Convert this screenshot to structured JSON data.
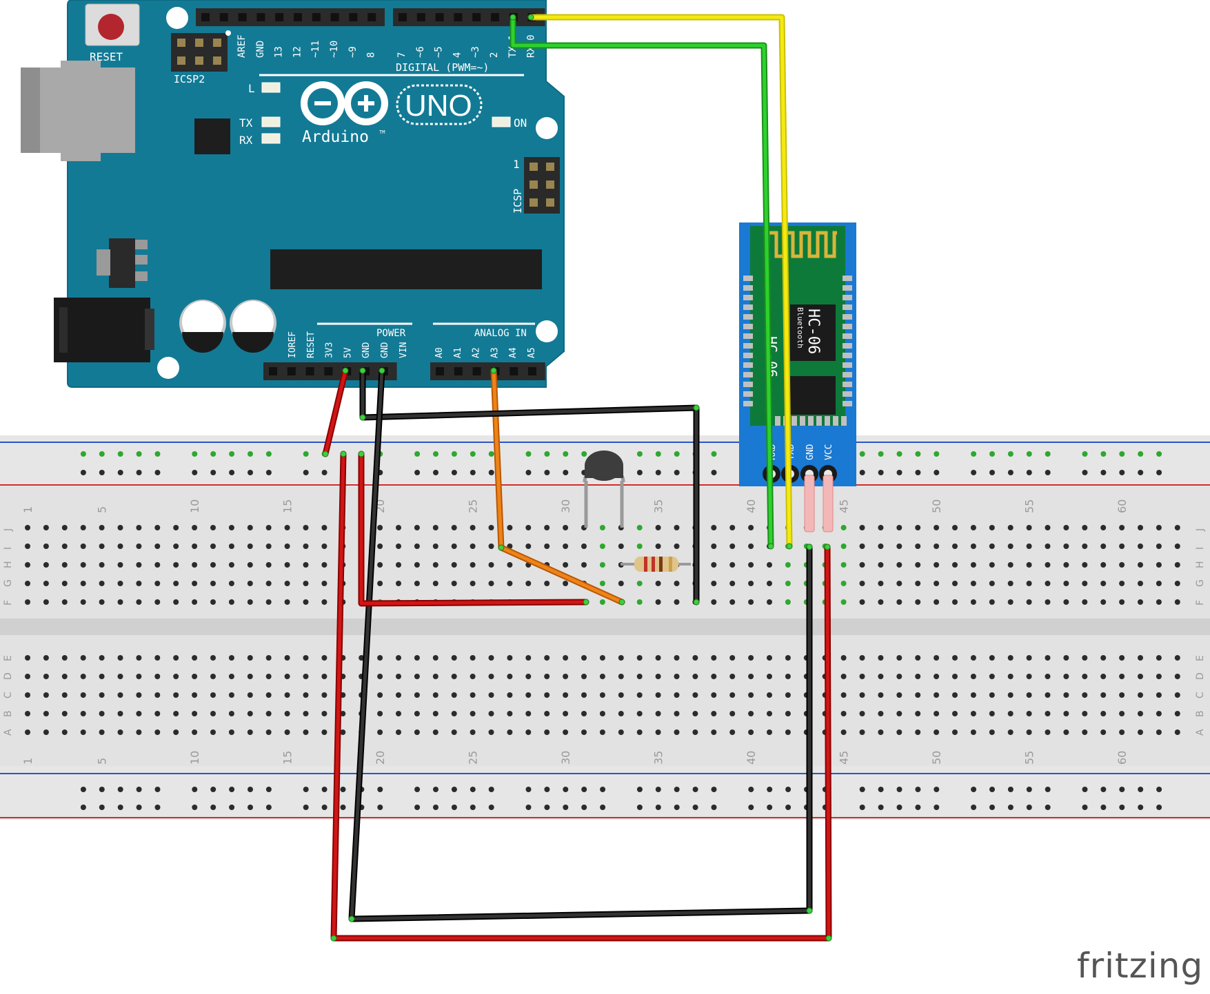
{
  "colors": {
    "board": "#137a95",
    "board_edge": "#0e6a82",
    "breadboard": "#e2e2e2",
    "wire_red": "#cc1111",
    "wire_black": "#222222",
    "wire_green": "#22b022",
    "wire_yellow": "#f5ea10",
    "wire_orange": "#e8750e",
    "module_blue": "#1a79d2",
    "module_green": "#0e7a3a"
  },
  "arduino": {
    "reset_label": "RESET",
    "icsp2_label": "ICSP2",
    "icsp_label": "ICSP",
    "icsp_pin1": "1",
    "digital_label": "DIGITAL (PWM=~)",
    "digital_pins": [
      "AREF",
      "GND",
      "13",
      "12",
      "~11",
      "~10",
      "~9",
      "8",
      "7",
      "~6",
      "~5",
      "4",
      "~3",
      "2",
      "TX 1",
      "RX 0"
    ],
    "led_l": "L",
    "led_tx": "TX",
    "led_rx": "RX",
    "led_on": "ON",
    "uno_label": "UNO",
    "brand_label": "Arduino",
    "tm": "TM",
    "power_label": "POWER",
    "power_pins": [
      "IOREF",
      "RESET",
      "3V3",
      "5V",
      "GND",
      "GND",
      "VIN"
    ],
    "analog_label": "ANALOG IN",
    "analog_pins": [
      "A0",
      "A1",
      "A2",
      "A3",
      "A4",
      "A5"
    ]
  },
  "bluetooth": {
    "model": "HC-06",
    "sub": "Bluetooth",
    "pins": [
      "VCC",
      "GND",
      "TXD",
      "RXD"
    ]
  },
  "breadboard": {
    "column_numbers": [
      "1",
      "5",
      "10",
      "15",
      "20",
      "25",
      "30",
      "35",
      "40",
      "45",
      "50",
      "55",
      "60"
    ],
    "rows_top": [
      "J",
      "I",
      "H",
      "G",
      "F"
    ],
    "rows_bottom": [
      "E",
      "D",
      "C",
      "B",
      "A"
    ]
  },
  "watermark": "fritzing"
}
